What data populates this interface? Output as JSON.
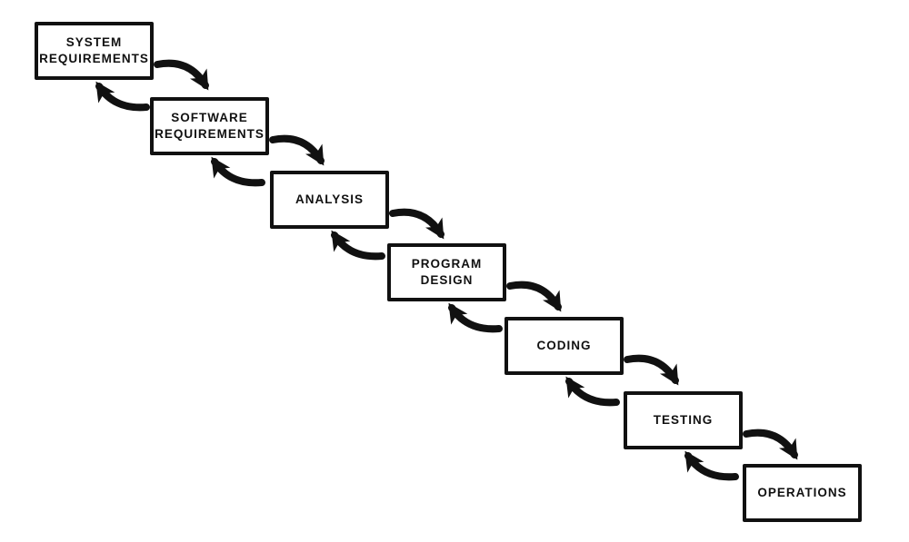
{
  "diagram": {
    "type": "flow-diagram",
    "background_color": "#ffffff",
    "ink_color": "#111111",
    "stages": [
      {
        "id": "system-requirements",
        "label": "SYSTEM\nREQUIREMENTS"
      },
      {
        "id": "software-requirements",
        "label": "SOFTWARE\nREQUIREMENTS"
      },
      {
        "id": "analysis",
        "label": "ANALYSIS"
      },
      {
        "id": "program-design",
        "label": "PROGRAM\nDESIGN"
      },
      {
        "id": "coding",
        "label": "CODING"
      },
      {
        "id": "testing",
        "label": "TESTING"
      },
      {
        "id": "operations",
        "label": "OPERATIONS"
      }
    ],
    "connections": [
      {
        "from": "system-requirements",
        "to": "software-requirements",
        "type": "forward"
      },
      {
        "from": "software-requirements",
        "to": "system-requirements",
        "type": "feedback"
      },
      {
        "from": "software-requirements",
        "to": "analysis",
        "type": "forward"
      },
      {
        "from": "analysis",
        "to": "software-requirements",
        "type": "feedback"
      },
      {
        "from": "analysis",
        "to": "program-design",
        "type": "forward"
      },
      {
        "from": "program-design",
        "to": "analysis",
        "type": "feedback"
      },
      {
        "from": "program-design",
        "to": "coding",
        "type": "forward"
      },
      {
        "from": "coding",
        "to": "program-design",
        "type": "feedback"
      },
      {
        "from": "coding",
        "to": "testing",
        "type": "forward"
      },
      {
        "from": "testing",
        "to": "coding",
        "type": "feedback"
      },
      {
        "from": "testing",
        "to": "operations",
        "type": "forward"
      },
      {
        "from": "operations",
        "to": "testing",
        "type": "feedback"
      }
    ]
  }
}
